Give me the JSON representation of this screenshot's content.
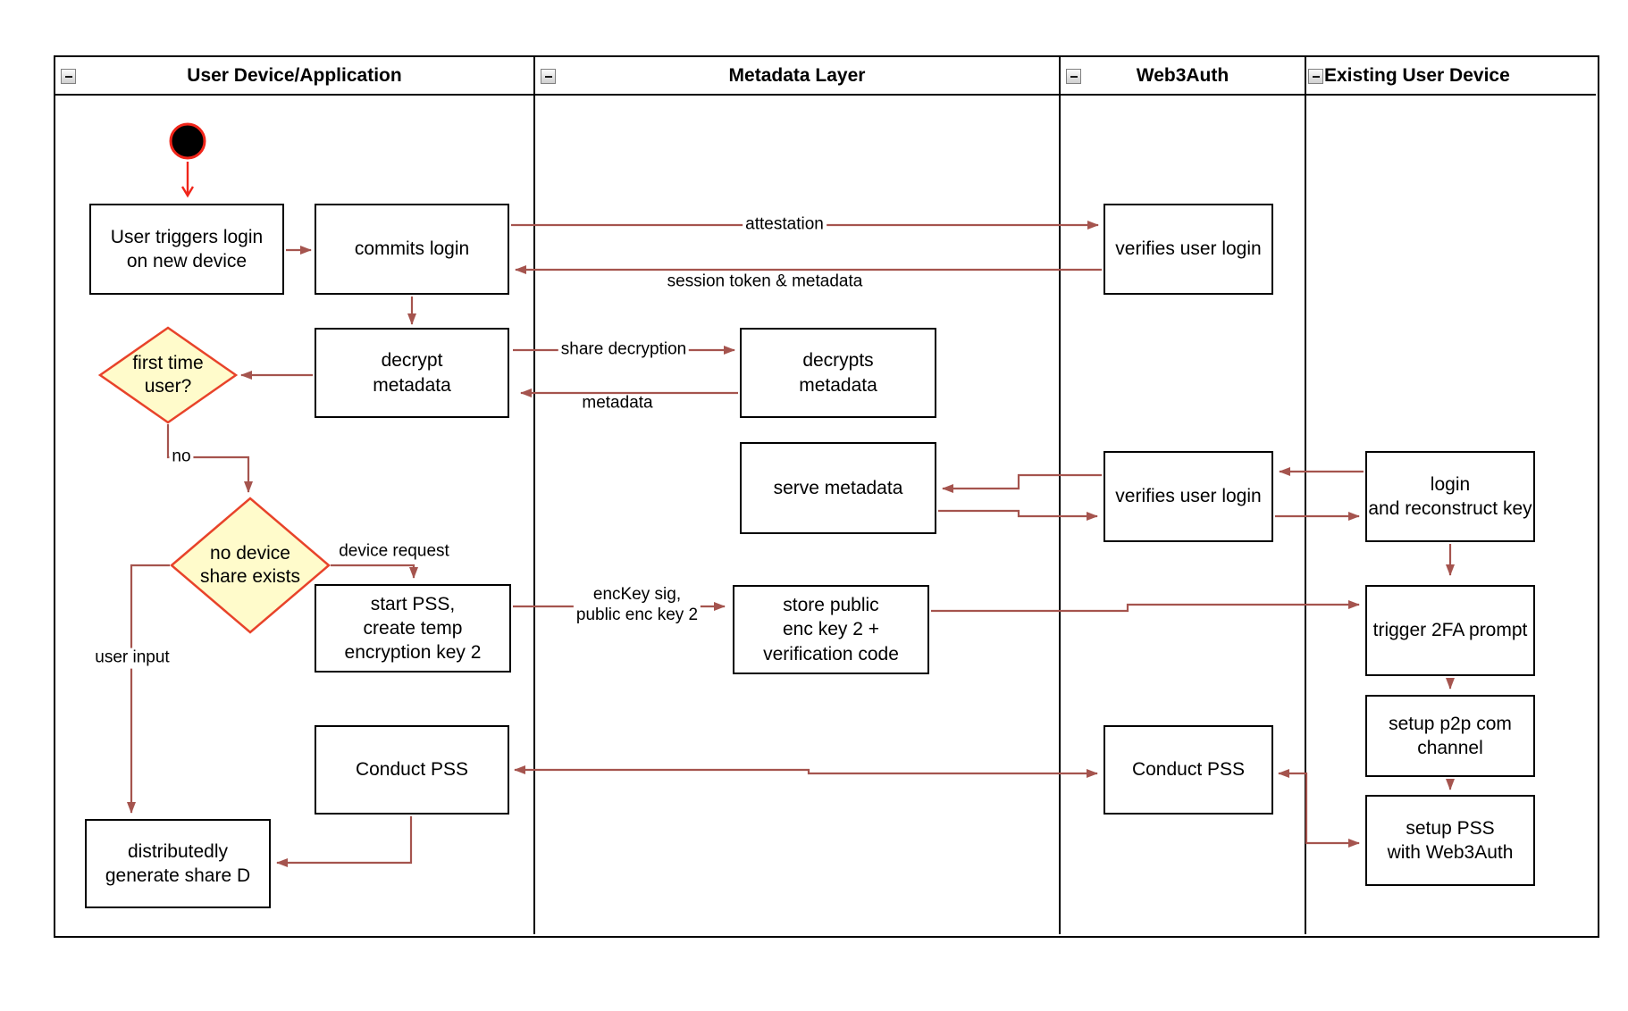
{
  "lanes": [
    {
      "title": "User Device/Application"
    },
    {
      "title": "Metadata Layer"
    },
    {
      "title": "Web3Auth"
    },
    {
      "title": "Existing User Device"
    }
  ],
  "nodes": {
    "user_triggers": {
      "label": "User triggers login\non new device"
    },
    "commits_login": {
      "label": "commits login"
    },
    "decrypt_metadata": {
      "label": "decrypt\nmetadata"
    },
    "first_time_user": {
      "label": "first time\nuser?"
    },
    "no_device_share": {
      "label": "no device\nshare exists"
    },
    "start_pss": {
      "label": "start PSS,\ncreate temp\nencryption key 2"
    },
    "conduct_pss_left": {
      "label": "Conduct PSS"
    },
    "distributedly_generate": {
      "label": "distributedly\ngenerate share D"
    },
    "decrypts_metadata": {
      "label": "decrypts\nmetadata"
    },
    "serve_metadata": {
      "label": "serve metadata"
    },
    "store_public_enc_key": {
      "label": "store public\nenc key 2 +\nverification code"
    },
    "verifies_user_login_top": {
      "label": "verifies user login"
    },
    "verifies_user_login_mid": {
      "label": "verifies user login"
    },
    "conduct_pss_right": {
      "label": "Conduct PSS"
    },
    "login_reconstruct": {
      "label": "login\nand reconstruct key"
    },
    "trigger_2fa": {
      "label": "trigger 2FA prompt"
    },
    "setup_p2p": {
      "label": "setup p2p com\nchannel"
    },
    "setup_pss": {
      "label": "setup PSS\nwith Web3Auth"
    }
  },
  "edge_labels": {
    "attestation": "attestation",
    "session_token": "session token & metadata",
    "share_decryption": "share decryption",
    "metadata": "metadata",
    "no": "no",
    "device_request": "device request",
    "user_input": "user input",
    "enc_key": "encKey sig,\npublic enc key 2"
  },
  "colors": {
    "arrow": "#a5544e",
    "start_accent": "#f0251a",
    "decision_fill": "#fffbcb",
    "decision_stroke": "#e8432a",
    "node_border": "#000000",
    "lane_border": "#000000"
  }
}
